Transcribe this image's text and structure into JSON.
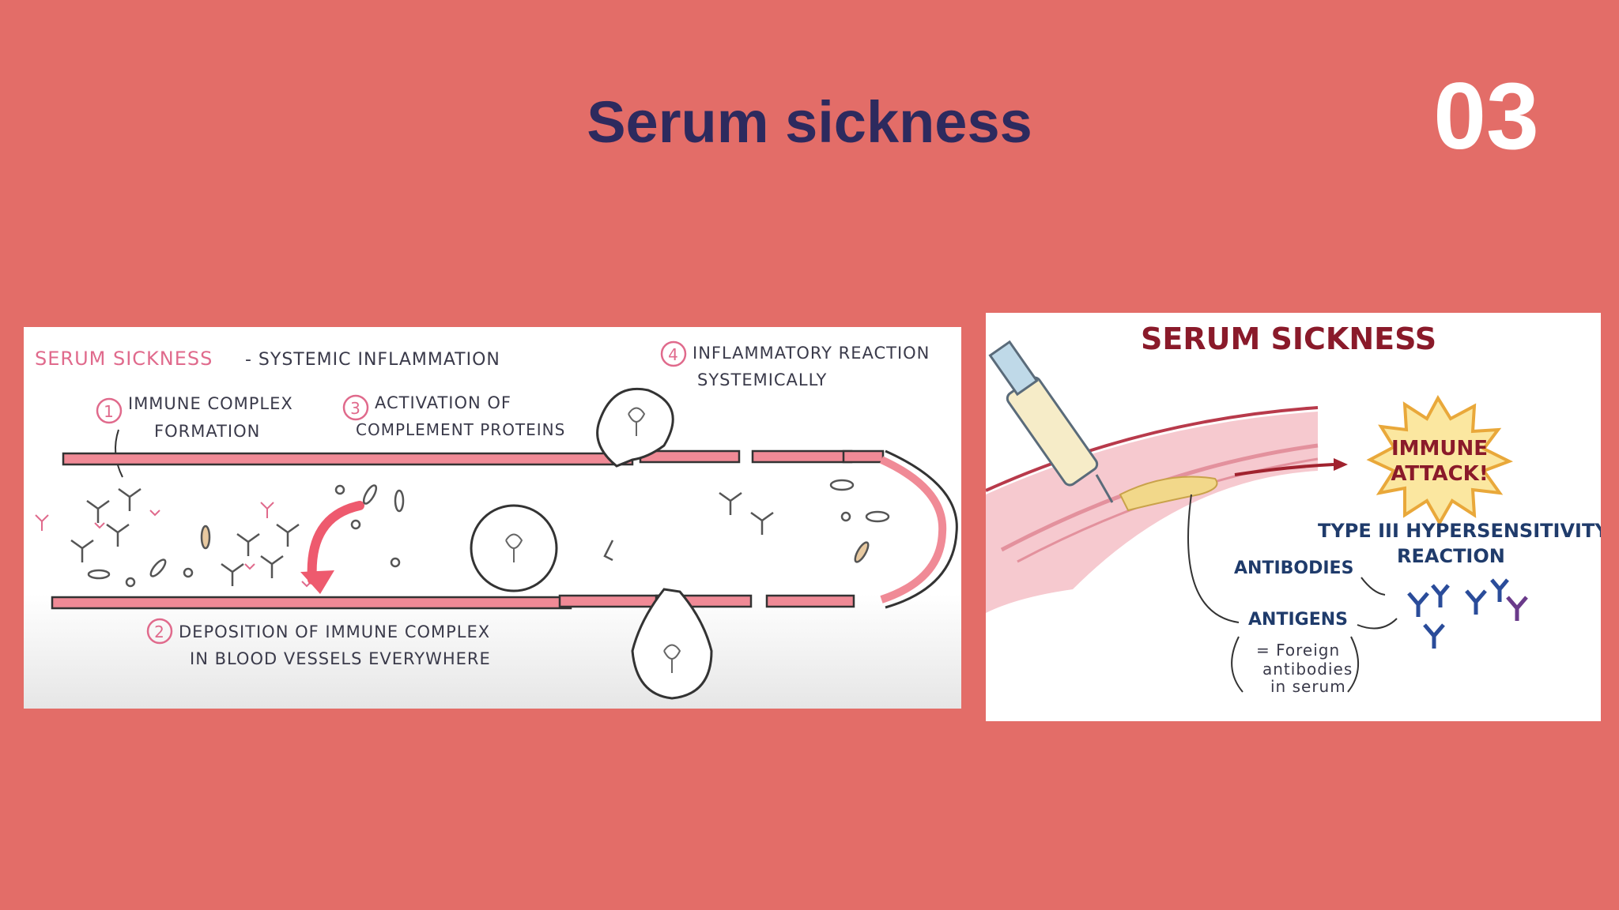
{
  "slide": {
    "title": "Serum sickness",
    "number": "03"
  },
  "left_figure": {
    "heading_pink": "SERUM SICKNESS",
    "heading_rest": "- SYSTEMIC INFLAMMATION",
    "step1_num": "1",
    "step1_line1": "IMMUNE COMPLEX",
    "step1_line2": "FORMATION",
    "step2_num": "2",
    "step2_line1": "DEPOSITION OF IMMUNE COMPLEX",
    "step2_line2": "IN BLOOD VESSELS EVERYWHERE",
    "step3_num": "3",
    "step3_line1": "ACTIVATION OF",
    "step3_line2": "COMPLEMENT PROTEINS",
    "step4_num": "4",
    "step4_line1": "INFLAMMATORY REACTION",
    "step4_line2": "SYSTEMICALLY"
  },
  "right_figure": {
    "title": "SERUM SICKNESS",
    "burst_line1": "IMMUNE",
    "burst_line2": "ATTACK!",
    "type_line1": "TYPE III HYPERSENSITIVITY",
    "type_line2": "REACTION",
    "antibodies": "ANTIBODIES",
    "antigens": "ANTIGENS",
    "foreign_line1": "= Foreign",
    "foreign_line2": "antibodies",
    "foreign_line3": "in serum"
  }
}
